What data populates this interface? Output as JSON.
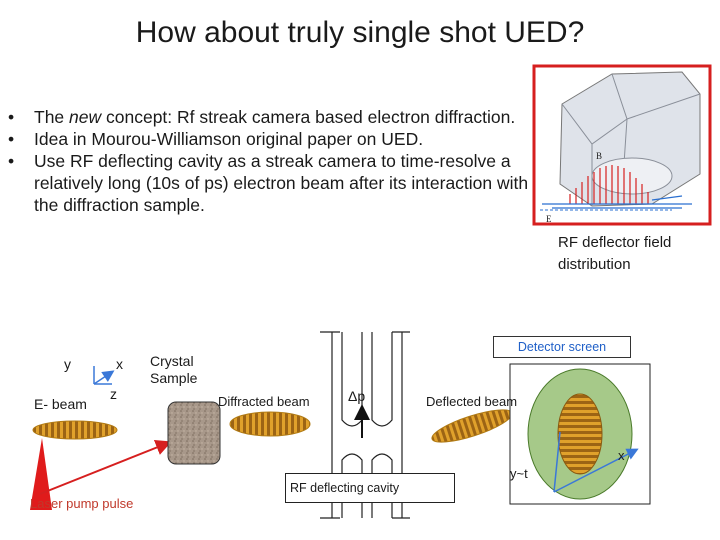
{
  "title": "How about truly single shot UED?",
  "bullets": [
    {
      "pre": "The ",
      "em": "new",
      "post": " concept: Rf streak camera based electron diffraction."
    },
    {
      "pre": "Idea in Mourou-Williamson original paper on UED.",
      "em": "",
      "post": ""
    },
    {
      "pre": "Use RF deflecting cavity as a streak camera to time-resolve a relatively long (10s of ps) electron beam after its interaction with the diffraction sample.",
      "em": "",
      "post": ""
    }
  ],
  "figure": {
    "caption": "RF deflector field distribution",
    "label_b": "B",
    "label_e": "E"
  },
  "diagram": {
    "axis_y": "y",
    "axis_x": "x",
    "axis_z": "z",
    "e_beam": "E- beam",
    "crystal_sample": "Crystal Sample",
    "diffracted_beam": "Diffracted beam",
    "delta_p": "Δp",
    "deflected_beam": "Deflected beam",
    "detector_screen": "Detector screen",
    "rf_cavity": "RF deflecting cavity",
    "laser_pump": "Laser pump pulse",
    "screen_x": "x",
    "screen_y": "y~t"
  },
  "colors": {
    "accent_red": "#d61f1f",
    "screen_green": "#9cc27a",
    "beam_orange": "#d68a1a",
    "detector_blue": "#2060c8"
  }
}
